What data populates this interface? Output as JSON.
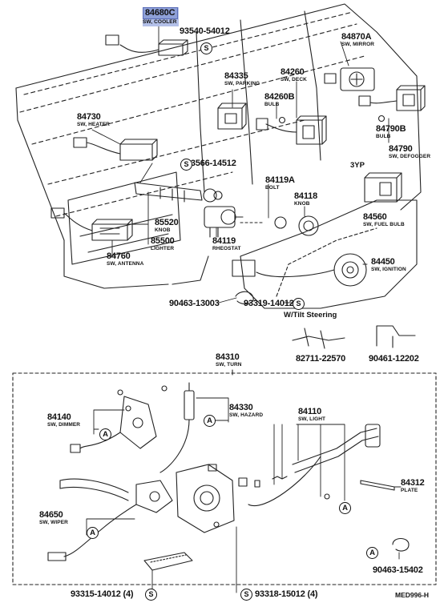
{
  "parts": [
    {
      "id": "84680C",
      "desc": "SW, COOLER"
    },
    {
      "id": "93540-54012",
      "desc": ""
    },
    {
      "id": "84870A",
      "desc": "SW, MIRROR"
    },
    {
      "id": "84335",
      "desc": "SW, PARKING"
    },
    {
      "id": "84260",
      "desc": "SW, DECK"
    },
    {
      "id": "84260B",
      "desc": "BULB"
    },
    {
      "id": "84730",
      "desc": "SW, HEATER"
    },
    {
      "id": "84790B",
      "desc": "BULB"
    },
    {
      "id": "84790",
      "desc": "SW, DEFOGGER"
    },
    {
      "id": "93566-14512",
      "desc": ""
    },
    {
      "id": "84119A",
      "desc": "BOLT"
    },
    {
      "id": "84118",
      "desc": "KNOB"
    },
    {
      "id": "85520",
      "desc": "KNOB"
    },
    {
      "id": "85500",
      "desc": "LIGHTER"
    },
    {
      "id": "84560",
      "desc": "SW, FUEL BULB"
    },
    {
      "id": "84760",
      "desc": "SW, ANTENNA"
    },
    {
      "id": "84119",
      "desc": "RHEOSTAT"
    },
    {
      "id": "84450",
      "desc": "SW, IGNITION"
    },
    {
      "id": "90463-13003",
      "desc": ""
    },
    {
      "id": "93319-14012",
      "desc": ""
    },
    {
      "id": "82711-22570",
      "desc": ""
    },
    {
      "id": "90461-12202",
      "desc": ""
    },
    {
      "id": "84310",
      "desc": "SW, TURN"
    },
    {
      "id": "84140",
      "desc": "SW, DIMMER"
    },
    {
      "id": "84330",
      "desc": "SW, HAZARD"
    },
    {
      "id": "84110",
      "desc": "SW, LIGHT"
    },
    {
      "id": "84312",
      "desc": "PLATE"
    },
    {
      "id": "84650",
      "desc": "SW, WIPER"
    },
    {
      "id": "90463-15402",
      "desc": ""
    },
    {
      "id": "93315-14012 (4)",
      "desc": ""
    },
    {
      "id": "93318-15012 (4)",
      "desc": ""
    }
  ],
  "sections": {
    "tilt": "W/Tilt Steering",
    "variant": "3YP"
  },
  "callouts": {
    "a": "A",
    "s": "S"
  },
  "code": "MED996-H",
  "colors": {
    "highlight": "#b3c0e8",
    "ink": "#111111"
  }
}
